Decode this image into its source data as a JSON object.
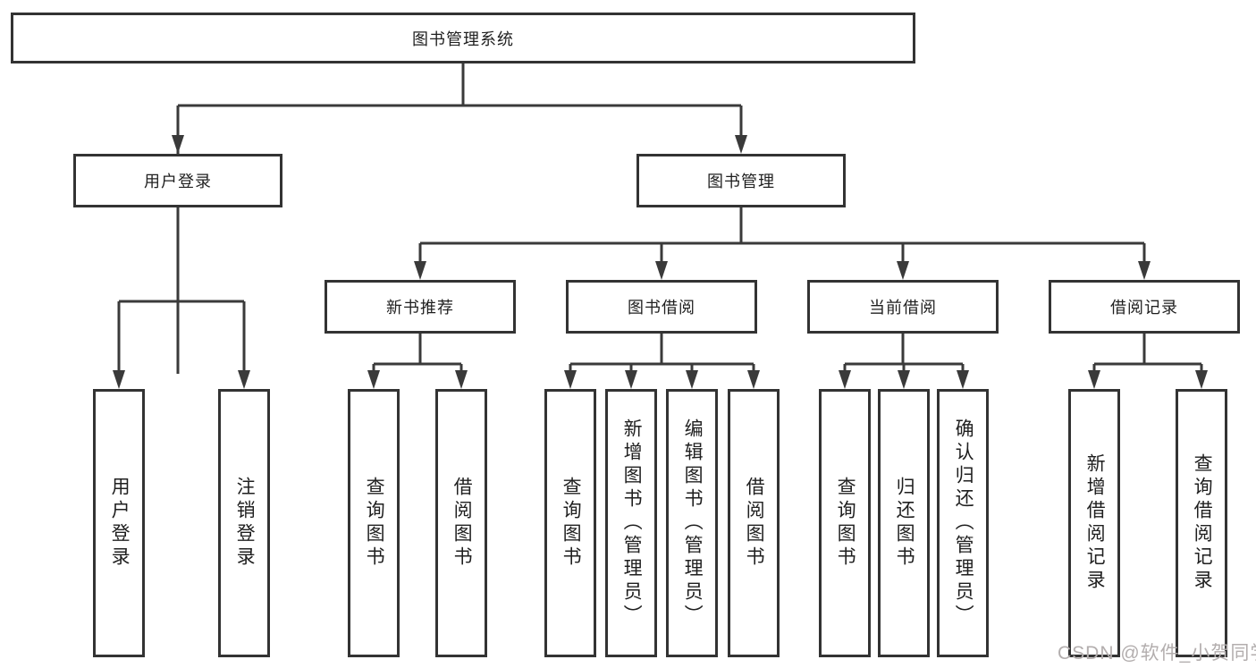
{
  "tree": {
    "label": "图书管理系统",
    "children": [
      {
        "label": "用户登录",
        "children": [
          {
            "label": "用户登录"
          },
          {
            "label": "注销登录"
          }
        ]
      },
      {
        "label": "图书管理",
        "children": [
          {
            "label": "新书推荐",
            "children": [
              {
                "label": "查询图书"
              },
              {
                "label": "借阅图书"
              }
            ]
          },
          {
            "label": "图书借阅",
            "children": [
              {
                "label": "查询图书"
              },
              {
                "label": "新增图书（管理员）"
              },
              {
                "label": "编辑图书（管理员）"
              },
              {
                "label": "借阅图书"
              }
            ]
          },
          {
            "label": "当前借阅",
            "children": [
              {
                "label": "查询图书"
              },
              {
                "label": "归还图书"
              },
              {
                "label": "确认归还（管理员）"
              }
            ]
          },
          {
            "label": "借阅记录",
            "children": [
              {
                "label": "新增借阅记录"
              },
              {
                "label": "查询借阅记录"
              }
            ]
          }
        ]
      }
    ]
  },
  "watermark": "CSDN @软件_小贺同学",
  "colors": {
    "line": "#3a3a3a",
    "box_border": "#333333",
    "box_text": "#1f1f1f",
    "watermark_text": "#b3aeae",
    "background": "#ffffff"
  }
}
